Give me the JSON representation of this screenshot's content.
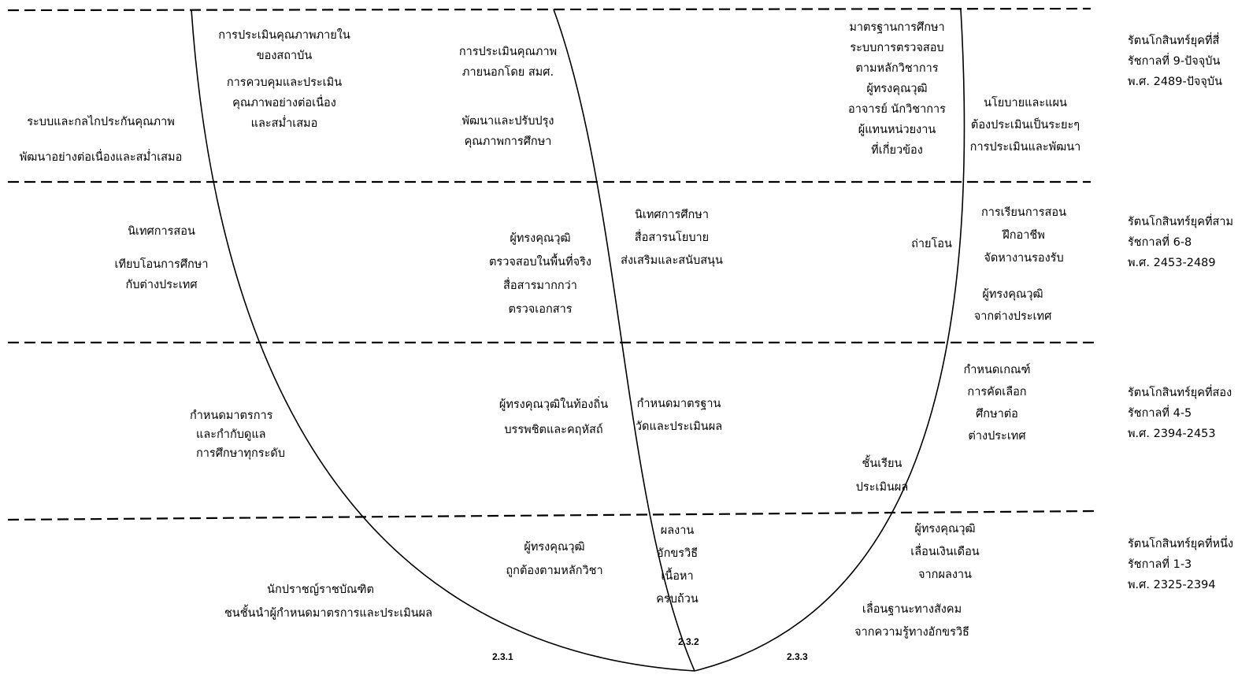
{
  "eras": [
    {
      "name": "รัตนโกสินทร์ยุคที่สี่",
      "reign": "รัชกาลที่ 9-ปัจจุบัน",
      "years": "พ.ศ. 2489-ปัจจุบัน"
    },
    {
      "name": "รัตนโกสินทร์ยุคที่สาม",
      "reign": "รัชกาลที่ 6-8",
      "years": "พ.ศ. 2453-2489"
    },
    {
      "name": "รัตนโกสินทร์ยุคที่สอง",
      "reign": "รัชกาลที่ 4-5",
      "years": "พ.ศ. 2394-2453"
    },
    {
      "name": "รัตนโกสินทร์ยุคที่หนึ่ง",
      "reign": "รัชกาลที่ 1-3",
      "years": "พ.ศ. 2325-2394"
    }
  ],
  "section_numbers": [
    "2.3.1",
    "2.3.2",
    "2.3.3"
  ],
  "era4": {
    "left": [
      "ระบบและกลไกประกันคุณภาพ",
      "พัฒนาอย่างต่อเนื่องและสม่ำเสมอ"
    ],
    "internal": [
      "การประเมินคุณภาพภายใน",
      "ของสถาบัน",
      "การควบคุมและประเมิน",
      "คุณภาพอย่างต่อเนื่อง",
      "และสม่ำเสมอ"
    ],
    "external": [
      "การประเมินคุณภาพ",
      "ภายนอกโดย สมศ.",
      "พัฒนาและปรับปรุง",
      "คุณภาพการศึกษา"
    ],
    "standards": [
      "มาตรฐานการศึกษา",
      "ระบบการตรวจสอบ",
      "ตามหลักวิชาการ",
      "ผู้ทรงคุณวุฒิ",
      "อาจารย์ นักวิชาการ",
      "ผู้แทนหน่วยงาน",
      "ที่เกี่ยวข้อง"
    ],
    "policy": [
      "นโยบายและแผน",
      "ต้องประเมินเป็นระยะๆ",
      "การประเมินและพัฒนา"
    ]
  },
  "era3": {
    "left": [
      "นิเทศการสอน",
      "เทียบโอนการศึกษา",
      "กับต่างประเทศ"
    ],
    "experts": [
      "ผู้ทรงคุณวุฒิ",
      "ตรวจสอบในพื้นที่จริง",
      "สื่อสารมากกว่า",
      "ตรวจเอกสาร"
    ],
    "supervision": [
      "นิเทศการศึกษา",
      "สื่อสารนโยบาย",
      "ส่งเสริมและสนับสนุน"
    ],
    "transfer": "ถ่ายโอน",
    "vocational": [
      "การเรียนการสอน",
      "ฝึกอาชีพ",
      "จัดหางานรองรับ"
    ],
    "foreign": [
      "ผู้ทรงคุณวุฒิ",
      "จากต่างประเทศ"
    ]
  },
  "era2": {
    "left": [
      "กำหนดมาตรการ",
      "และกำกับดูแล",
      "การศึกษาทุกระดับ"
    ],
    "local": [
      "ผู้ทรงคุณวุฒิในท้องถิ่น",
      "บรรพชิตและคฤหัสถ์"
    ],
    "standards": [
      "กำหนดมาตรฐาน",
      "วัดและประเมินผล"
    ],
    "criteria": [
      "กำหนดเกณฑ์",
      "การคัดเลือก",
      "ศึกษาต่อ",
      "ต่างประเทศ"
    ],
    "classes": [
      "ชั้นเรียน",
      "ประเมินผล"
    ]
  },
  "era1": {
    "left": [
      "นักปราชญ์ราชบัณฑิต",
      "ชนชั้นนำผู้กำหนดมาตรการและประเมินผล"
    ],
    "experts": [
      "ผู้ทรงคุณวุฒิ",
      "ถูกต้องตามหลักวิชา"
    ],
    "works": [
      "ผลงาน",
      "อักขรวิธี",
      "เนื้อหา",
      "ครบถ้วน"
    ],
    "promotion": [
      "ผู้ทรงคุณวุฒิ",
      "เลื่อนเงินเดือน",
      "จากผลงาน"
    ],
    "status": [
      "เลื่อนฐานะทางสังคม",
      "จากความรู้ทางอักขรวิธี"
    ]
  }
}
